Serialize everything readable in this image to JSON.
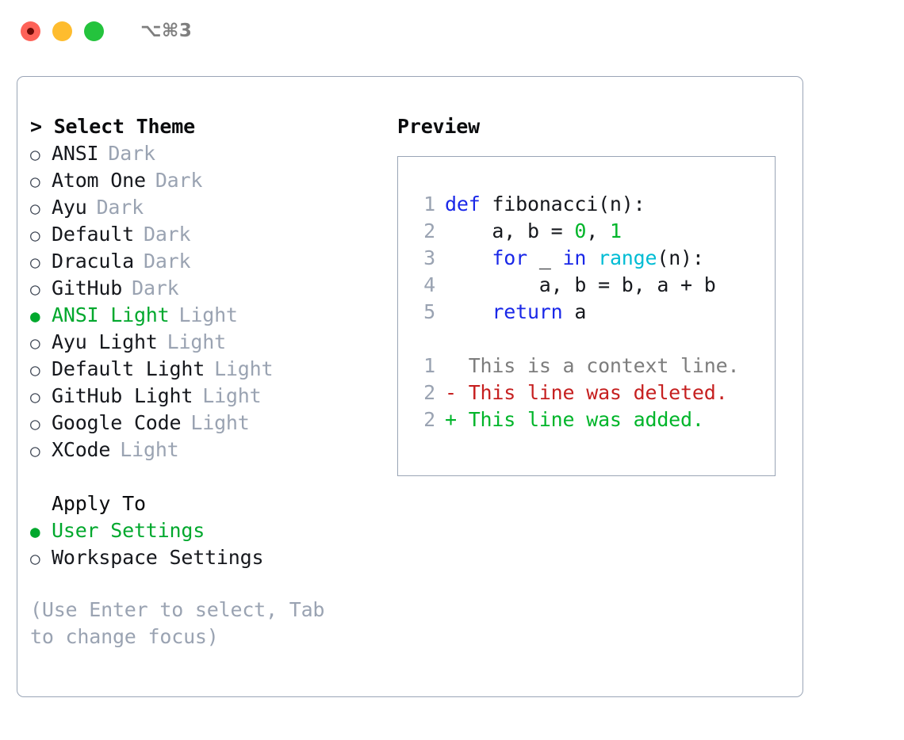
{
  "window": {
    "traffic_lights": [
      "close-red",
      "minimize-yellow",
      "maximize-green"
    ],
    "shortcut_label": "⌥⌘3"
  },
  "theme_panel": {
    "header": "> Select Theme",
    "options": [
      {
        "marker": "○",
        "name": "ANSI",
        "variant": "Dark",
        "selected": false
      },
      {
        "marker": "○",
        "name": "Atom One",
        "variant": "Dark",
        "selected": false
      },
      {
        "marker": "○",
        "name": "Ayu",
        "variant": "Dark",
        "selected": false
      },
      {
        "marker": "○",
        "name": "Default",
        "variant": "Dark",
        "selected": false
      },
      {
        "marker": "○",
        "name": "Dracula",
        "variant": "Dark",
        "selected": false
      },
      {
        "marker": "○",
        "name": "GitHub",
        "variant": "Dark",
        "selected": false
      },
      {
        "marker": "●",
        "name": "ANSI Light",
        "variant": "Light",
        "selected": true
      },
      {
        "marker": "○",
        "name": "Ayu Light",
        "variant": "Light",
        "selected": false
      },
      {
        "marker": "○",
        "name": "Default Light",
        "variant": "Light",
        "selected": false
      },
      {
        "marker": "○",
        "name": "GitHub Light",
        "variant": "Light",
        "selected": false
      },
      {
        "marker": "○",
        "name": "Google Code",
        "variant": "Light",
        "selected": false
      },
      {
        "marker": "○",
        "name": "XCode",
        "variant": "Light",
        "selected": false
      }
    ]
  },
  "apply_to": {
    "header": "Apply To",
    "options": [
      {
        "marker": "●",
        "name": "User Settings",
        "selected": true
      },
      {
        "marker": "○",
        "name": "Workspace Settings",
        "selected": false
      }
    ]
  },
  "footer_hint": "(Use Enter to select, Tab to change focus)",
  "preview": {
    "title": "Preview",
    "code_lines": [
      {
        "num": "1",
        "tokens": [
          {
            "t": "def",
            "c": "kw"
          },
          {
            "t": " fibonacci(n):",
            "c": "id"
          }
        ]
      },
      {
        "num": "2",
        "tokens": [
          {
            "t": "    a, b = ",
            "c": "id"
          },
          {
            "t": "0",
            "c": "num"
          },
          {
            "t": ", ",
            "c": "id"
          },
          {
            "t": "1",
            "c": "num"
          }
        ]
      },
      {
        "num": "3",
        "tokens": [
          {
            "t": "    ",
            "c": "id"
          },
          {
            "t": "for",
            "c": "kw"
          },
          {
            "t": " _ ",
            "c": "id"
          },
          {
            "t": "in",
            "c": "kw"
          },
          {
            "t": " ",
            "c": "id"
          },
          {
            "t": "range",
            "c": "fn"
          },
          {
            "t": "(n):",
            "c": "id"
          }
        ]
      },
      {
        "num": "4",
        "tokens": [
          {
            "t": "        a, b = b, a + b",
            "c": "id"
          }
        ]
      },
      {
        "num": "5",
        "tokens": [
          {
            "t": "    ",
            "c": "id"
          },
          {
            "t": "return",
            "c": "kw"
          },
          {
            "t": " a",
            "c": "id"
          }
        ]
      }
    ],
    "diff_lines": [
      {
        "num": "1",
        "marker": " ",
        "text": "This is a context line.",
        "kind": "ctx"
      },
      {
        "num": "2",
        "marker": "-",
        "text": "This line was deleted.",
        "kind": "del"
      },
      {
        "num": "2",
        "marker": "+",
        "text": "This line was added.",
        "kind": "add"
      }
    ]
  },
  "colors": {
    "accent_green": "#00a82d",
    "muted_gray": "#9aa3b2",
    "border": "#9aa5b6",
    "keyword_blue": "#1a28e8",
    "function_cyan": "#00bcd4",
    "number_green": "#00b52a",
    "diff_delete_red": "#c62020",
    "diff_add_green": "#00b52a"
  }
}
